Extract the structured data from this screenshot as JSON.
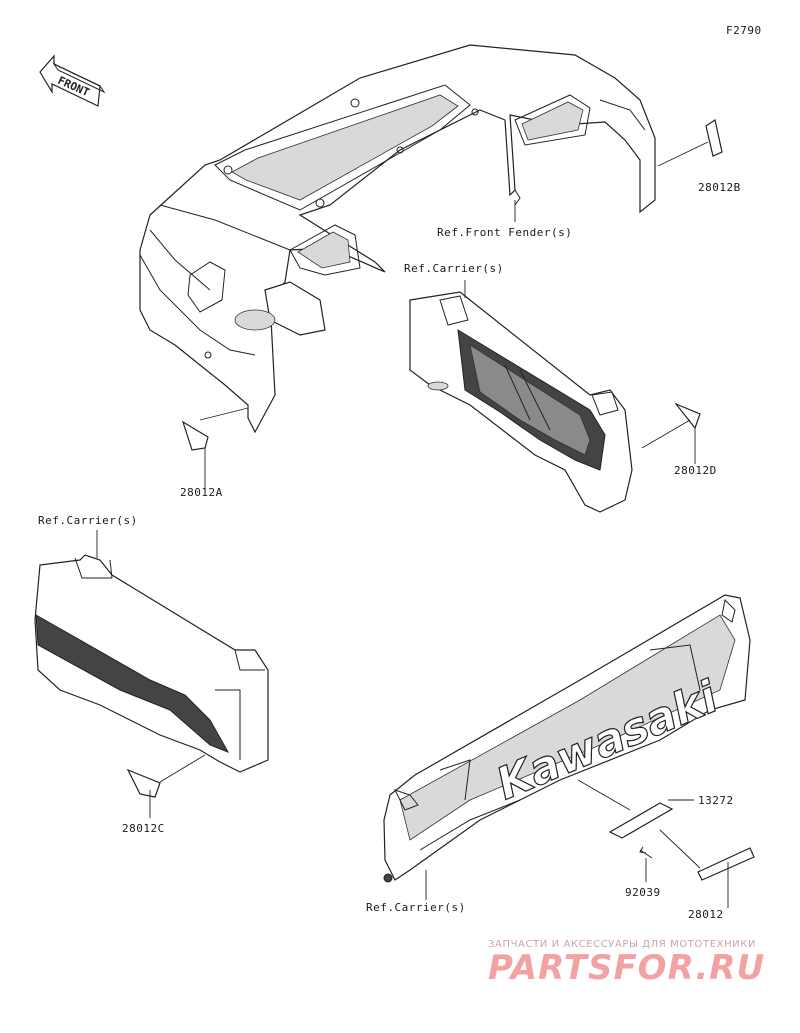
{
  "figure_code": "F2790",
  "front_arrow_text": "FRONT",
  "labels": {
    "part_28012B": "28012B",
    "part_28012A": "28012A",
    "part_28012D": "28012D",
    "part_28012C": "28012C",
    "part_13272": "13272",
    "part_92039": "92039",
    "part_28012": "28012",
    "ref_front_fender": "Ref.Front Fender(s)",
    "ref_carrier_1": "Ref.Carrier(s)",
    "ref_carrier_2": "Ref.Carrier(s)",
    "ref_carrier_3": "Ref.Carrier(s)"
  },
  "logo_text": "Kawasaki",
  "watermark": {
    "tagline": "ЗАПЧАСТИ И АКСЕССУАРЫ ДЛЯ МОТОТЕХНИКИ",
    "brand": "PARTSFOR.RU"
  }
}
